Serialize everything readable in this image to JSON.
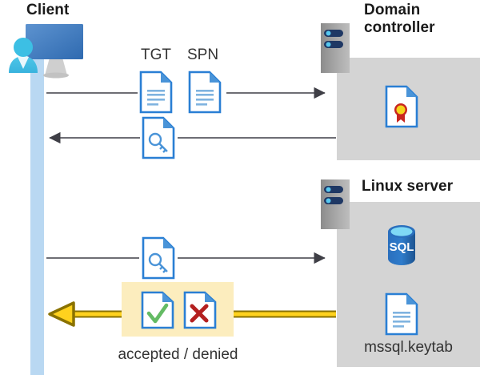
{
  "diagram": {
    "title_client": "Client",
    "title_domain_controller": "Domain\ncontroller",
    "title_domain_controller_line1": "Domain",
    "title_domain_controller_line2": "controller",
    "title_linux_server": "Linux server",
    "label_tgt": "TGT",
    "label_spn": "SPN",
    "label_keytab": "mssql.keytab",
    "label_result": "accepted / denied",
    "label_sql": "SQL"
  },
  "icons": {
    "client_pc": "computer-user-icon",
    "server_tower": "server-rack-icon",
    "document": "document-icon",
    "ticket": "key-document-icon",
    "certificate": "certificate-document-icon",
    "database": "sql-database-icon",
    "keytab": "document-icon",
    "accepted": "document-check-icon",
    "denied": "document-cross-icon"
  },
  "flows": [
    {
      "id": "flow-tgt-spn-request",
      "direction": "right",
      "from": "client",
      "to": "domain-controller",
      "payload": [
        "TGT",
        "SPN"
      ]
    },
    {
      "id": "flow-ticket-response",
      "direction": "left",
      "from": "domain-controller",
      "to": "client",
      "payload": [
        "ticket"
      ]
    },
    {
      "id": "flow-ticket-present",
      "direction": "right",
      "from": "client",
      "to": "linux-server",
      "payload": [
        "ticket"
      ]
    },
    {
      "id": "flow-auth-result",
      "direction": "left",
      "from": "linux-server",
      "to": "client",
      "payload": [
        "accepted",
        "denied"
      ],
      "style": "highlighted-yellow"
    }
  ],
  "colors": {
    "panel_grey": "#d4d4d4",
    "lifeline_blue": "#b9d8f2",
    "accent_blue": "#2a7fd4",
    "arrow_dark": "#3f3f46",
    "highlight_yellow": "#fcedbe",
    "result_arrow_yellow": "#ffd21e",
    "result_arrow_outline": "#8a7200",
    "check_green": "#64bb64",
    "cross_red": "#b42020",
    "sql_blue": "#1d61a8",
    "cert_gold": "#f5d41c",
    "cert_red": "#c9261f",
    "text_dark": "#333333",
    "title_black": "#1a1a1a"
  }
}
